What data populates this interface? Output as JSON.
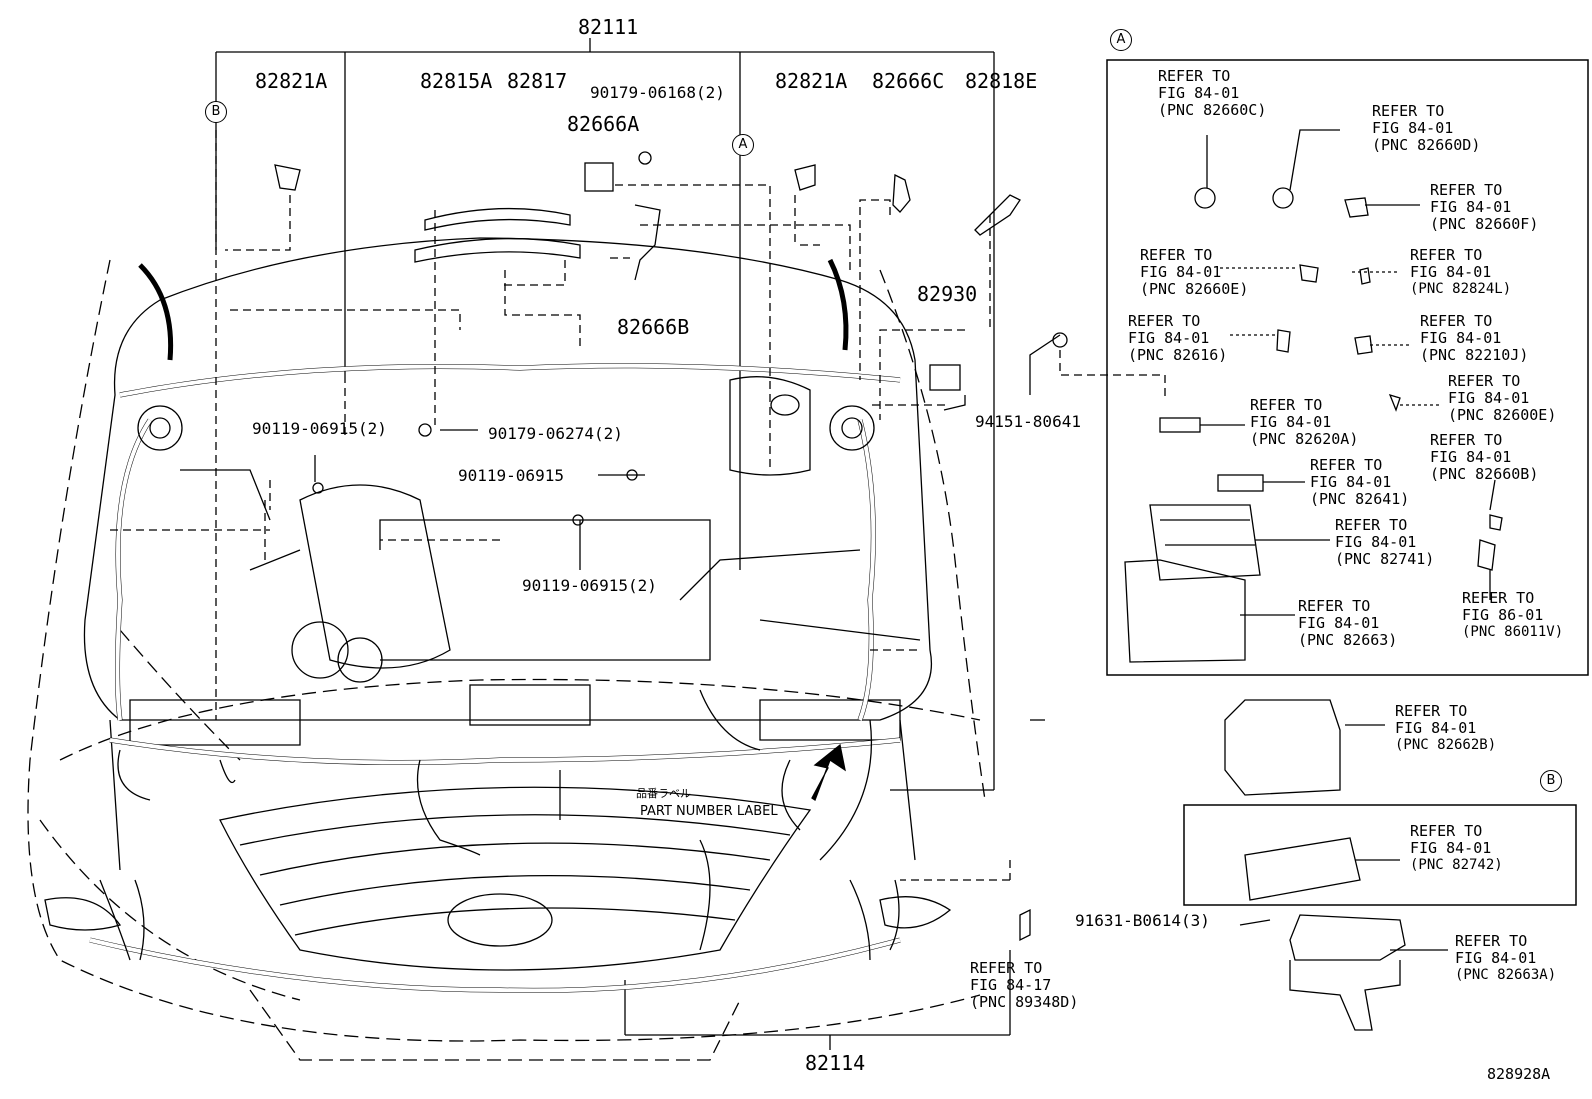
{
  "diagram": {
    "top_part": "82111",
    "bottom_part": "82114",
    "figure_code": "828928A",
    "callouts": {
      "c82821A_left": "82821A",
      "c82815A": "82815A",
      "c82817": "82817",
      "c90179_06168": "90179-06168(2)",
      "c82666A": "82666A",
      "c82821A_right": "82821A",
      "c82666C": "82666C",
      "c82818E": "82818E",
      "c82930": "82930",
      "c82666B": "82666B",
      "c90119_06915_2a": "90119-06915(2)",
      "c90179_06274": "90179-06274(2)",
      "c90119_06915": "90119-06915",
      "c90119_06915_2b": "90119-06915(2)",
      "c94151_80641": "94151-80641",
      "c91631_B0614": "91631-B0614(3)"
    },
    "circle_labels": {
      "a": "A",
      "b": "B"
    },
    "part_number_label_jp": "品番ラベル",
    "part_number_label_en": "PART NUMBER LABEL",
    "front_ref": {
      "l1": "REFER TO",
      "l2": "FIG 84-17",
      "l3": "(PNC 89348D)"
    }
  },
  "panel_a": {
    "refs": [
      {
        "l1": "REFER TO",
        "l2": "FIG 84-01",
        "l3": "(PNC 82660C)"
      },
      {
        "l1": "REFER TO",
        "l2": "FIG 84-01",
        "l3": "(PNC 82660D)"
      },
      {
        "l1": "REFER TO",
        "l2": "FIG 84-01",
        "l3": "(PNC 82660F)"
      },
      {
        "l1": "REFER TO",
        "l2": "FIG 84-01",
        "l3": "(PNC 82660E)"
      },
      {
        "l1": "REFER TO",
        "l2": "FIG 84-01",
        "l3": "(PNC 82824L)"
      },
      {
        "l1": "REFER TO",
        "l2": "FIG 84-01",
        "l3": "(PNC 82616)"
      },
      {
        "l1": "REFER TO",
        "l2": "FIG 84-01",
        "l3": "(PNC 82210J)"
      },
      {
        "l1": "REFER TO",
        "l2": "FIG 84-01",
        "l3": "(PNC 82620A)"
      },
      {
        "l1": "REFER TO",
        "l2": "FIG 84-01",
        "l3": "(PNC 82600E)"
      },
      {
        "l1": "REFER TO",
        "l2": "FIG 84-01",
        "l3": "(PNC 82641)"
      },
      {
        "l1": "REFER TO",
        "l2": "FIG 84-01",
        "l3": "(PNC 82660B)"
      },
      {
        "l1": "REFER TO",
        "l2": "FIG 84-01",
        "l3": "(PNC 82741)"
      },
      {
        "l1": "REFER TO",
        "l2": "FIG 84-01",
        "l3": "(PNC 82663)"
      },
      {
        "l1": "REFER TO",
        "l2": "FIG 86-01",
        "l3": "(PNC 86011V)"
      }
    ]
  },
  "panel_b": {
    "refs": [
      {
        "l1": "REFER TO",
        "l2": "FIG 84-01",
        "l3": "(PNC 82662B)"
      },
      {
        "l1": "REFER TO",
        "l2": "FIG 84-01",
        "l3": "(PNC 82742)"
      },
      {
        "l1": "REFER TO",
        "l2": "FIG 84-01",
        "l3": "(PNC 82663A)"
      }
    ]
  }
}
